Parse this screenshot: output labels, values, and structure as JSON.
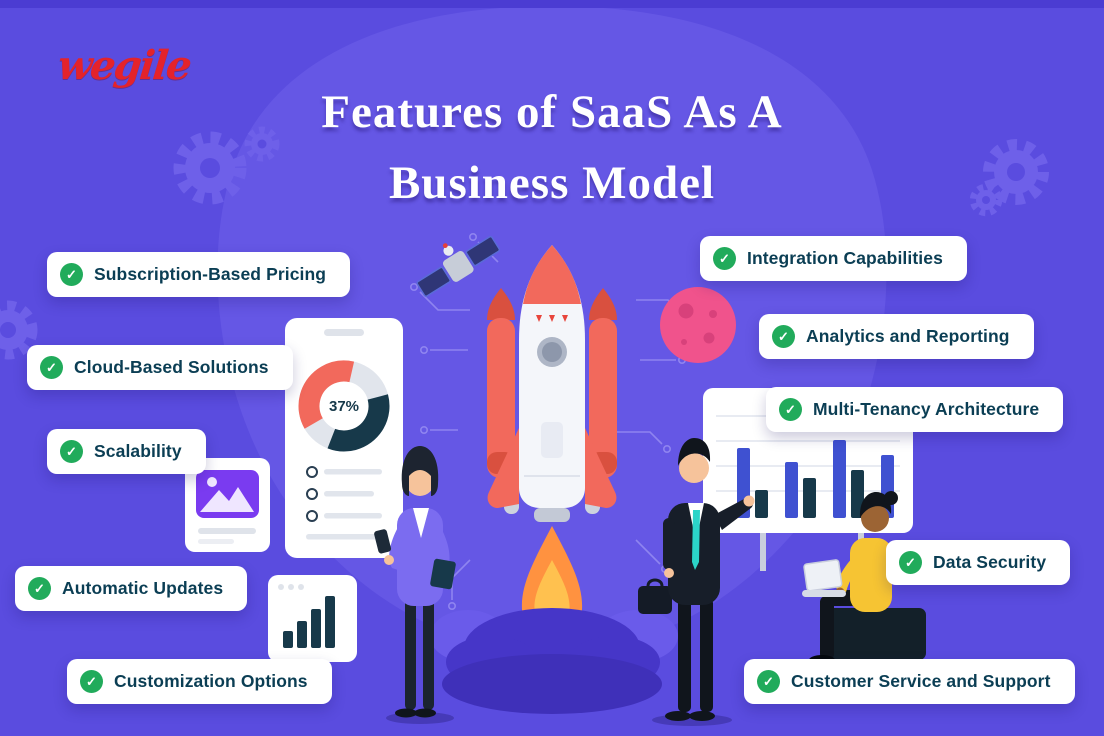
{
  "header": {
    "logo_text": "wegile",
    "title_line1": "Features of SaaS As A",
    "title_line2": "Business Model"
  },
  "features": {
    "left": [
      {
        "label": "Subscription-Based Pricing"
      },
      {
        "label": "Cloud-Based Solutions"
      },
      {
        "label": "Scalability"
      },
      {
        "label": "Automatic Updates"
      },
      {
        "label": "Customization Options"
      }
    ],
    "right": [
      {
        "label": "Integration Capabilities"
      },
      {
        "label": "Analytics and Reporting"
      },
      {
        "label": "Multi-Tenancy Architecture"
      },
      {
        "label": "Data Security"
      },
      {
        "label": "Customer Service and Support"
      }
    ]
  },
  "illustration": {
    "donut_chart": {
      "type": "pie",
      "center_label": "37%",
      "segments": [
        {
          "name": "highlight",
          "value": 37,
          "color": "#f2695c"
        },
        {
          "name": "dark",
          "value": 35,
          "color": "#17394a"
        },
        {
          "name": "light",
          "value": 28,
          "color": "#e1e5ec"
        }
      ]
    },
    "scene_elements": [
      "rocket-launch",
      "satellite",
      "pink-planet",
      "gears",
      "circuit-lines",
      "analytics-board",
      "image-card",
      "bar-chart-card",
      "standing-woman-with-phone",
      "businessman-pointing",
      "sitting-woman-with-laptop"
    ]
  },
  "colors": {
    "background": "#5a4cdf",
    "background_blob": "#6557e5",
    "pill_background": "#ffffff",
    "pill_text": "#0b3e54",
    "check_green": "#21ab5b",
    "logo_red": "#e4232b",
    "rocket_coral": "#f2695c",
    "planet_pink": "#f0538c",
    "bar_blue": "#3f51d1",
    "dark_navy": "#17394a"
  }
}
